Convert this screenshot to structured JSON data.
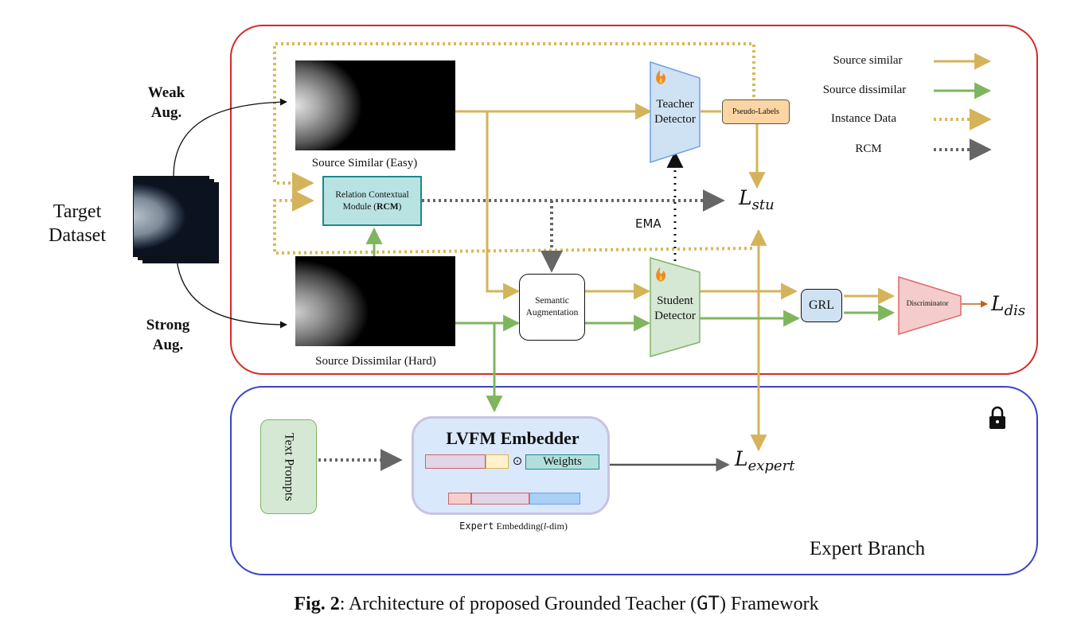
{
  "colors": {
    "source_similar": "#d4b35a",
    "source_dissimilar": "#7fb55e",
    "instance_data": "#d9b85a",
    "rcm": "#666666",
    "main_frame": "#d62a2a",
    "expert_frame": "#3a44c6"
  },
  "left": {
    "target_dataset": [
      "Target",
      "Dataset"
    ],
    "weak_aug": [
      "Weak",
      "Aug."
    ],
    "strong_aug": [
      "Strong",
      "Aug."
    ]
  },
  "images": {
    "easy_caption": "Source Similar (Easy)",
    "hard_caption": "Source Dissimilar (Hard)"
  },
  "rcm": {
    "line1": "Relation Contextual",
    "line2_prefix": "Module (",
    "line2_bold": "RCM",
    "line2_suffix": ")"
  },
  "teacher": {
    "line1": "Teacher",
    "line2": "Detector",
    "icon": "flame-icon"
  },
  "student": {
    "line1": "Student",
    "line2": "Detector",
    "icon": "flame-icon"
  },
  "pseudo_labels": "Pseudo-Labels",
  "semantic_aug": {
    "line1": "Semantic",
    "line2": "Augmentation"
  },
  "ema": "EMA",
  "grl": "GRL",
  "discriminator": "Discriminator",
  "losses": {
    "stu": {
      "base": "L",
      "sub": "stu"
    },
    "dis": {
      "base": "L",
      "sub": "dis"
    },
    "expert": {
      "base": "L",
      "sub": "expert"
    }
  },
  "legend": [
    {
      "label": "Source similar",
      "style": "solid",
      "color": "#d4b35a"
    },
    {
      "label": "Source dissimilar",
      "style": "solid",
      "color": "#7fb55e"
    },
    {
      "label": "Instance Data",
      "style": "dotted",
      "color": "#d9b85a"
    },
    {
      "label": "RCM",
      "style": "dotted",
      "color": "#666666"
    }
  ],
  "expert": {
    "text_prompts": "Text Prompts",
    "embedder_title": "LVFM Embedder",
    "operator": "⊙",
    "weights": "Weights",
    "embedding_caption_mono": "Expert",
    "embedding_caption_rest_a": " Embedding(",
    "embedding_caption_italic": "l",
    "embedding_caption_rest_b": "-dim)",
    "branch_label": "Expert Branch",
    "lock_icon": "lock-icon"
  },
  "caption": {
    "fig": "Fig. 2",
    "text_a": ": Architecture of proposed Grounded Teacher (",
    "mono": "GT",
    "text_b": ") Framework"
  }
}
